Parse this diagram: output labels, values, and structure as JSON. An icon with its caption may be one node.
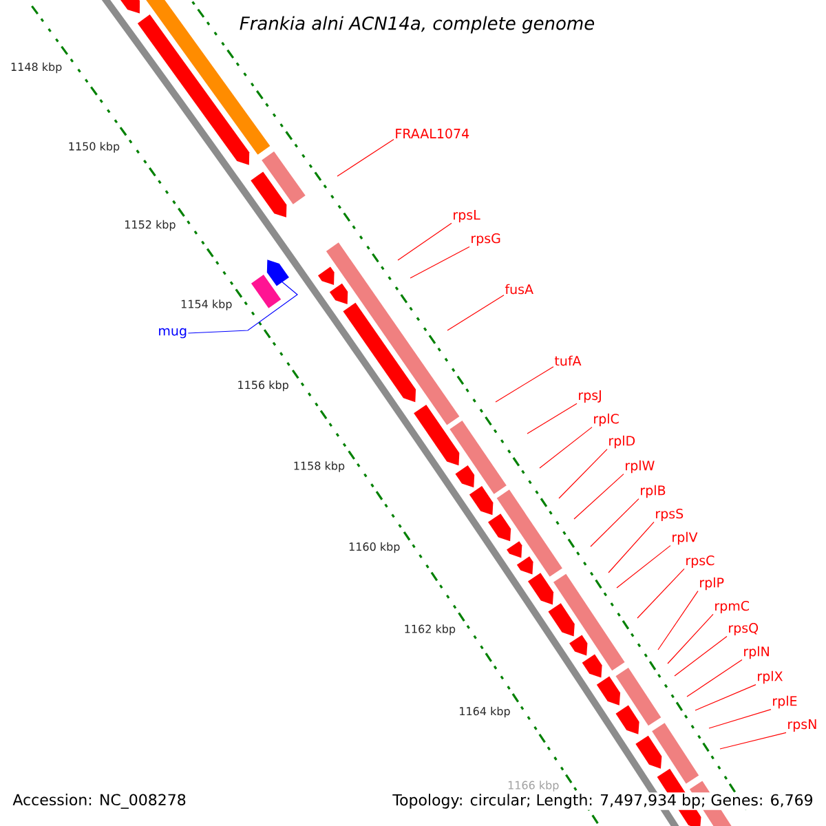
{
  "diagram": {
    "title": "Frankia alni ACN14a, complete genome",
    "nodes": [
      {
        "text": [
          "FRAAL1074"
        ]
      },
      {
        "text": [
          "rpsL"
        ]
      },
      {
        "text": [
          "rpsG"
        ]
      },
      {
        "text": [
          "fusA"
        ]
      },
      {
        "text": [
          "mug"
        ]
      },
      {
        "text": [
          "tufA"
        ]
      },
      {
        "text": [
          "rpsJ"
        ]
      },
      {
        "text": [
          "rplC"
        ]
      },
      {
        "text": [
          "rplD"
        ]
      },
      {
        "text": [
          "rplW"
        ]
      },
      {
        "text": [
          "rplB"
        ]
      },
      {
        "text": [
          "rpsS"
        ]
      },
      {
        "text": [
          "rplV"
        ]
      },
      {
        "text": [
          "rpsC"
        ]
      },
      {
        "text": [
          "rplP"
        ]
      },
      {
        "text": [
          "rpmC"
        ]
      },
      {
        "text": [
          "rpsQ"
        ]
      },
      {
        "text": [
          "rplN"
        ]
      },
      {
        "text": [
          "rplX"
        ]
      },
      {
        "text": [
          "rplE"
        ]
      },
      {
        "text": [
          "rpsN"
        ]
      },
      {
        "text": [],
        "shape": "bar"
      }
    ],
    "edges": [
      {
        "from": 0,
        "to": null,
        "arrow": "none"
      },
      {
        "from": 1,
        "to": null,
        "arrow": "none"
      },
      {
        "from": 2,
        "to": null,
        "arrow": "none"
      },
      {
        "from": 3,
        "to": null,
        "arrow": "none"
      },
      {
        "from": 4,
        "to": 21,
        "arrow": "none",
        "color": "#0000ff"
      },
      {
        "from": 5,
        "to": null,
        "arrow": "none"
      },
      {
        "from": 6,
        "to": null,
        "arrow": "none"
      },
      {
        "from": 7,
        "to": null,
        "arrow": "none"
      },
      {
        "from": 8,
        "to": null,
        "arrow": "none"
      },
      {
        "from": 9,
        "to": null,
        "arrow": "none"
      },
      {
        "from": 10,
        "to": null,
        "arrow": "none"
      },
      {
        "from": 11,
        "to": null,
        "arrow": "none"
      },
      {
        "from": 12,
        "to": null,
        "arrow": "none"
      },
      {
        "from": 13,
        "to": null,
        "arrow": "none"
      },
      {
        "from": 14,
        "to": null,
        "arrow": "none"
      },
      {
        "from": 15,
        "to": null,
        "arrow": "none"
      },
      {
        "from": 16,
        "to": null,
        "arrow": "none"
      },
      {
        "from": 17,
        "to": null,
        "arrow": "none"
      },
      {
        "from": 18,
        "to": null,
        "arrow": "none"
      },
      {
        "from": 19,
        "to": null,
        "arrow": "none"
      },
      {
        "from": 20,
        "to": null,
        "arrow": "none"
      }
    ],
    "labels": [
      "1148 kbp",
      "1150 kbp",
      "1152 kbp",
      "1154 kbp",
      "1156 kbp",
      "1158 kbp",
      "1160 kbp",
      "1162 kbp",
      "1164 kbp",
      "1166 kbp",
      "Accession: NC_008278",
      "Topology: circular; Length: 7,497,934 bp; Genes: 6,769"
    ]
  }
}
